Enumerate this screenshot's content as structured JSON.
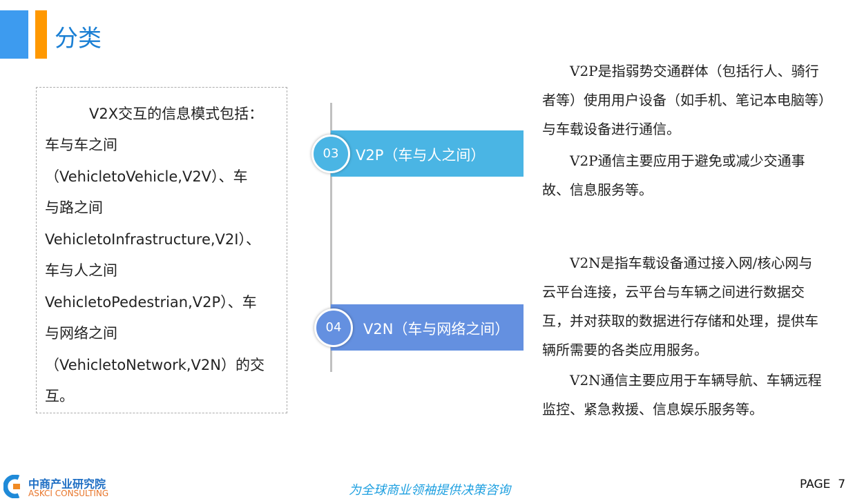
{
  "header": {
    "title": "分类"
  },
  "left_box": {
    "lines": [
      "V2X交互的信息模式包括：",
      "车与车之间",
      "（VehicletoVehicle,V2V）、车",
      "与路之间",
      "VehicletoInfrastructure,V2I）、",
      "车与人之间",
      "VehicletoPedestrian,V2P）、车",
      "与网络之间",
      "（VehicletoNetwork,V2N）的交",
      "互。"
    ]
  },
  "timeline": [
    {
      "number": "03",
      "label": "V2P（车与人之间）",
      "color": "#4ab5e4"
    },
    {
      "number": "04",
      "label": "V2N（车与网络之间）",
      "color": "#6490e0"
    }
  ],
  "v2p_text": [
    "V2P是指弱势交通群体（包括行人、骑行者等）使用用户设备（如手机、笔记本电脑等）与车载设备进行通信。",
    "V2P通信主要应用于避免或减少交通事故、信息服务等。"
  ],
  "v2n_text": [
    "V2N是指车载设备通过接入网/核心网与云平台连接，云平台与车辆之间进行数据交互，并对获取的数据进行存储和处理，提供车辆所需要的各类应用服务。",
    "V2N通信主要应用于车辆导航、车辆远程监控、紧急救援、信息娱乐服务等。"
  ],
  "footer": {
    "logo_cn": "中商产业研究院",
    "logo_en": "ASKCI CONSULTING",
    "slogan": "为全球商业领袖提供决策咨询",
    "page": "PAGE  7"
  }
}
